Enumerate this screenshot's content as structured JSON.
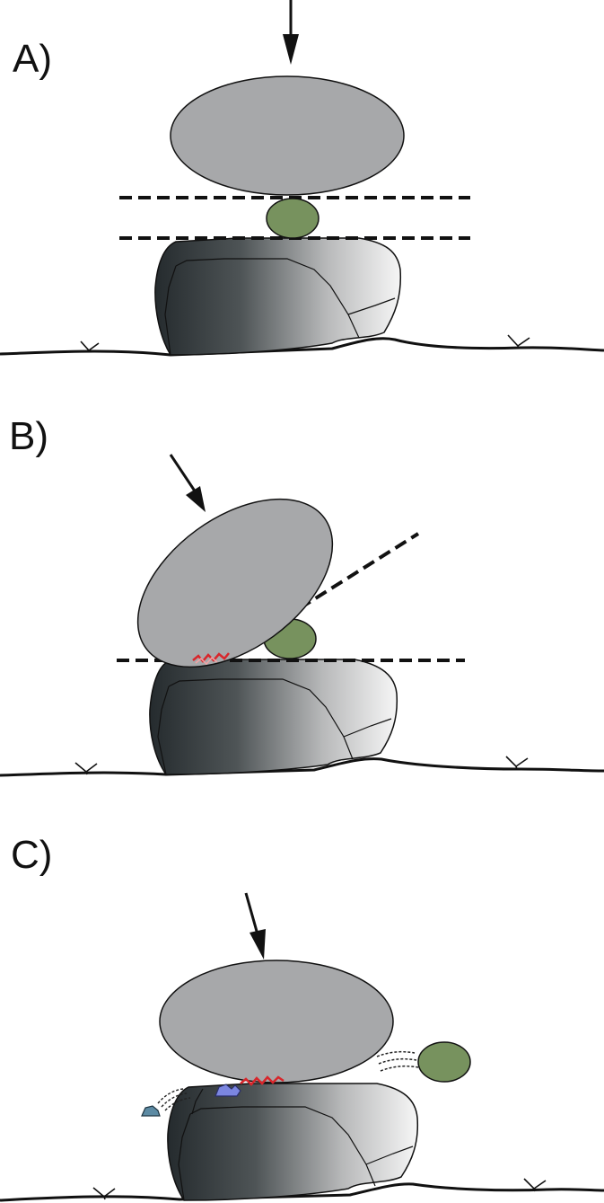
{
  "panels": [
    {
      "label": "A)"
    },
    {
      "label": "B)"
    },
    {
      "label": "C)"
    }
  ],
  "colors": {
    "upper_stone": "#a7a8aa",
    "food_item": "#77925e",
    "anvil_dark": "#2b3134",
    "anvil_light": "#f4f4f4",
    "contact_zone": "#d8262b",
    "flakes": "#7b86e0",
    "outline": "#111111"
  }
}
